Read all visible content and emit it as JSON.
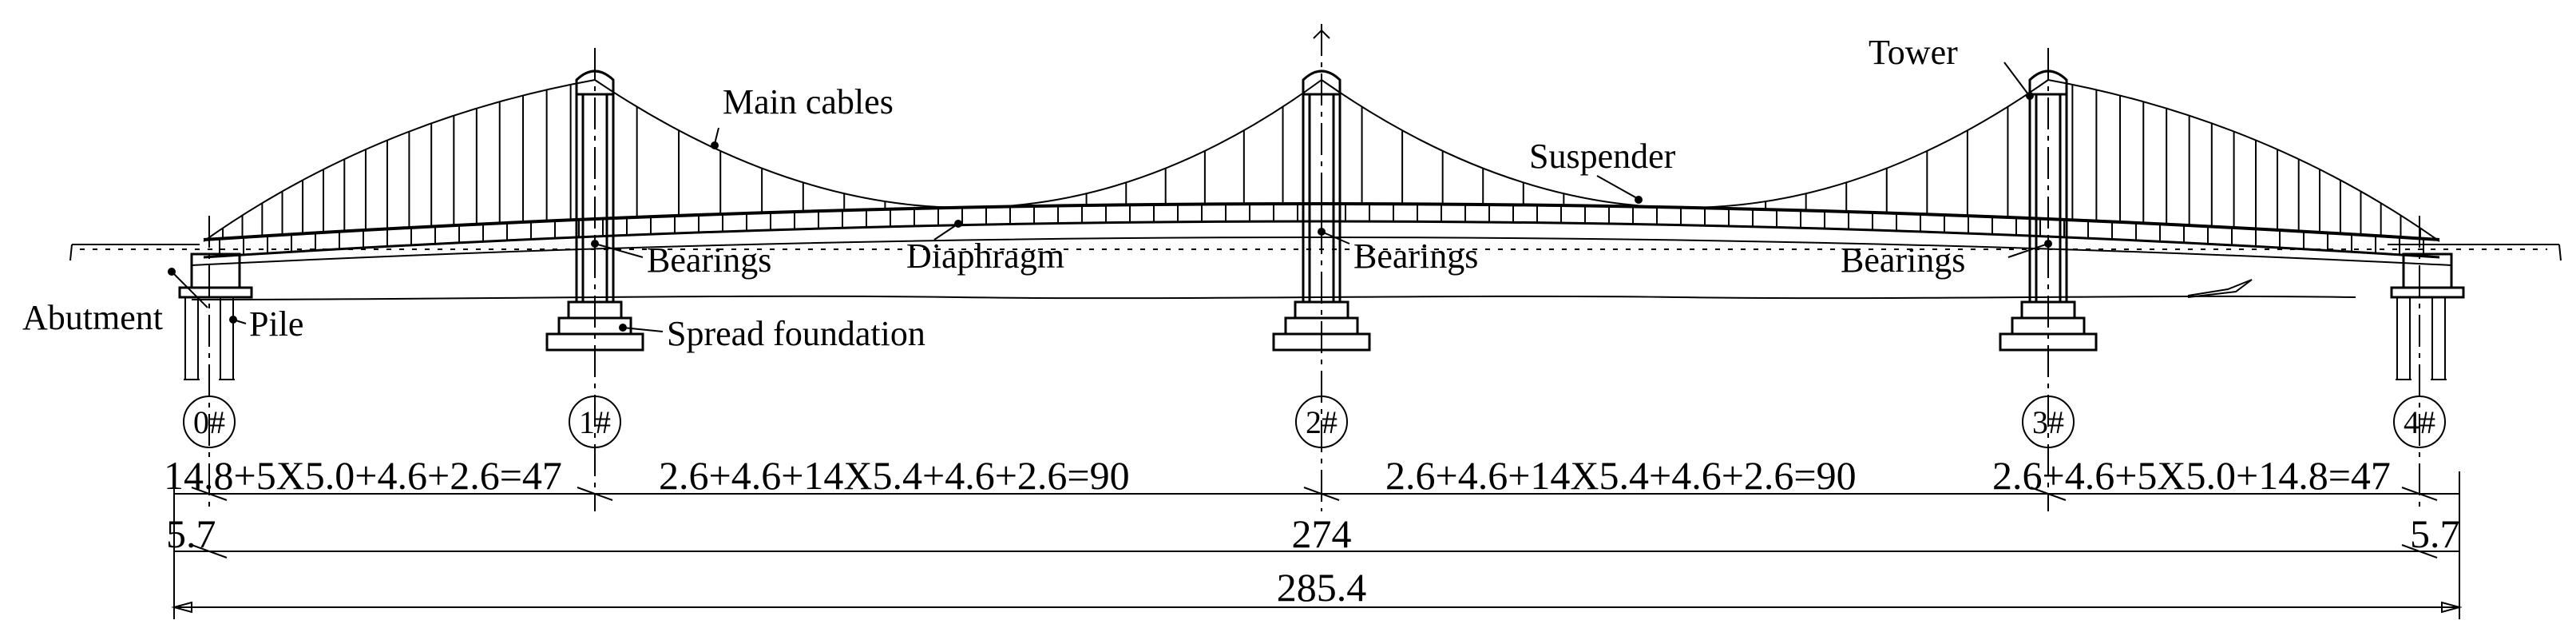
{
  "labels": {
    "main_cables": "Main cables",
    "tower": "Tower",
    "suspender": "Suspender",
    "bearings_1": "Bearings",
    "bearings_2": "Bearings",
    "bearings_3": "Bearings",
    "diaphragm": "Diaphragm",
    "abutment": "Abutment",
    "pile": "Pile",
    "spread_foundation": "Spread foundation"
  },
  "piers": [
    "0#",
    "1#",
    "2#",
    "3#",
    "4#"
  ],
  "dimensions": {
    "span_1": "14.8+5X5.0+4.6+2.6=47",
    "span_2": "2.6+4.6+14X5.4+4.6+2.6=90",
    "span_3": "2.6+4.6+14X5.4+4.6+2.6=90",
    "span_4": "2.6+4.6+5X5.0+14.8=47",
    "left_end": "5.7",
    "right_end": "5.7",
    "main_total": "274",
    "overall_total": "285.4"
  }
}
